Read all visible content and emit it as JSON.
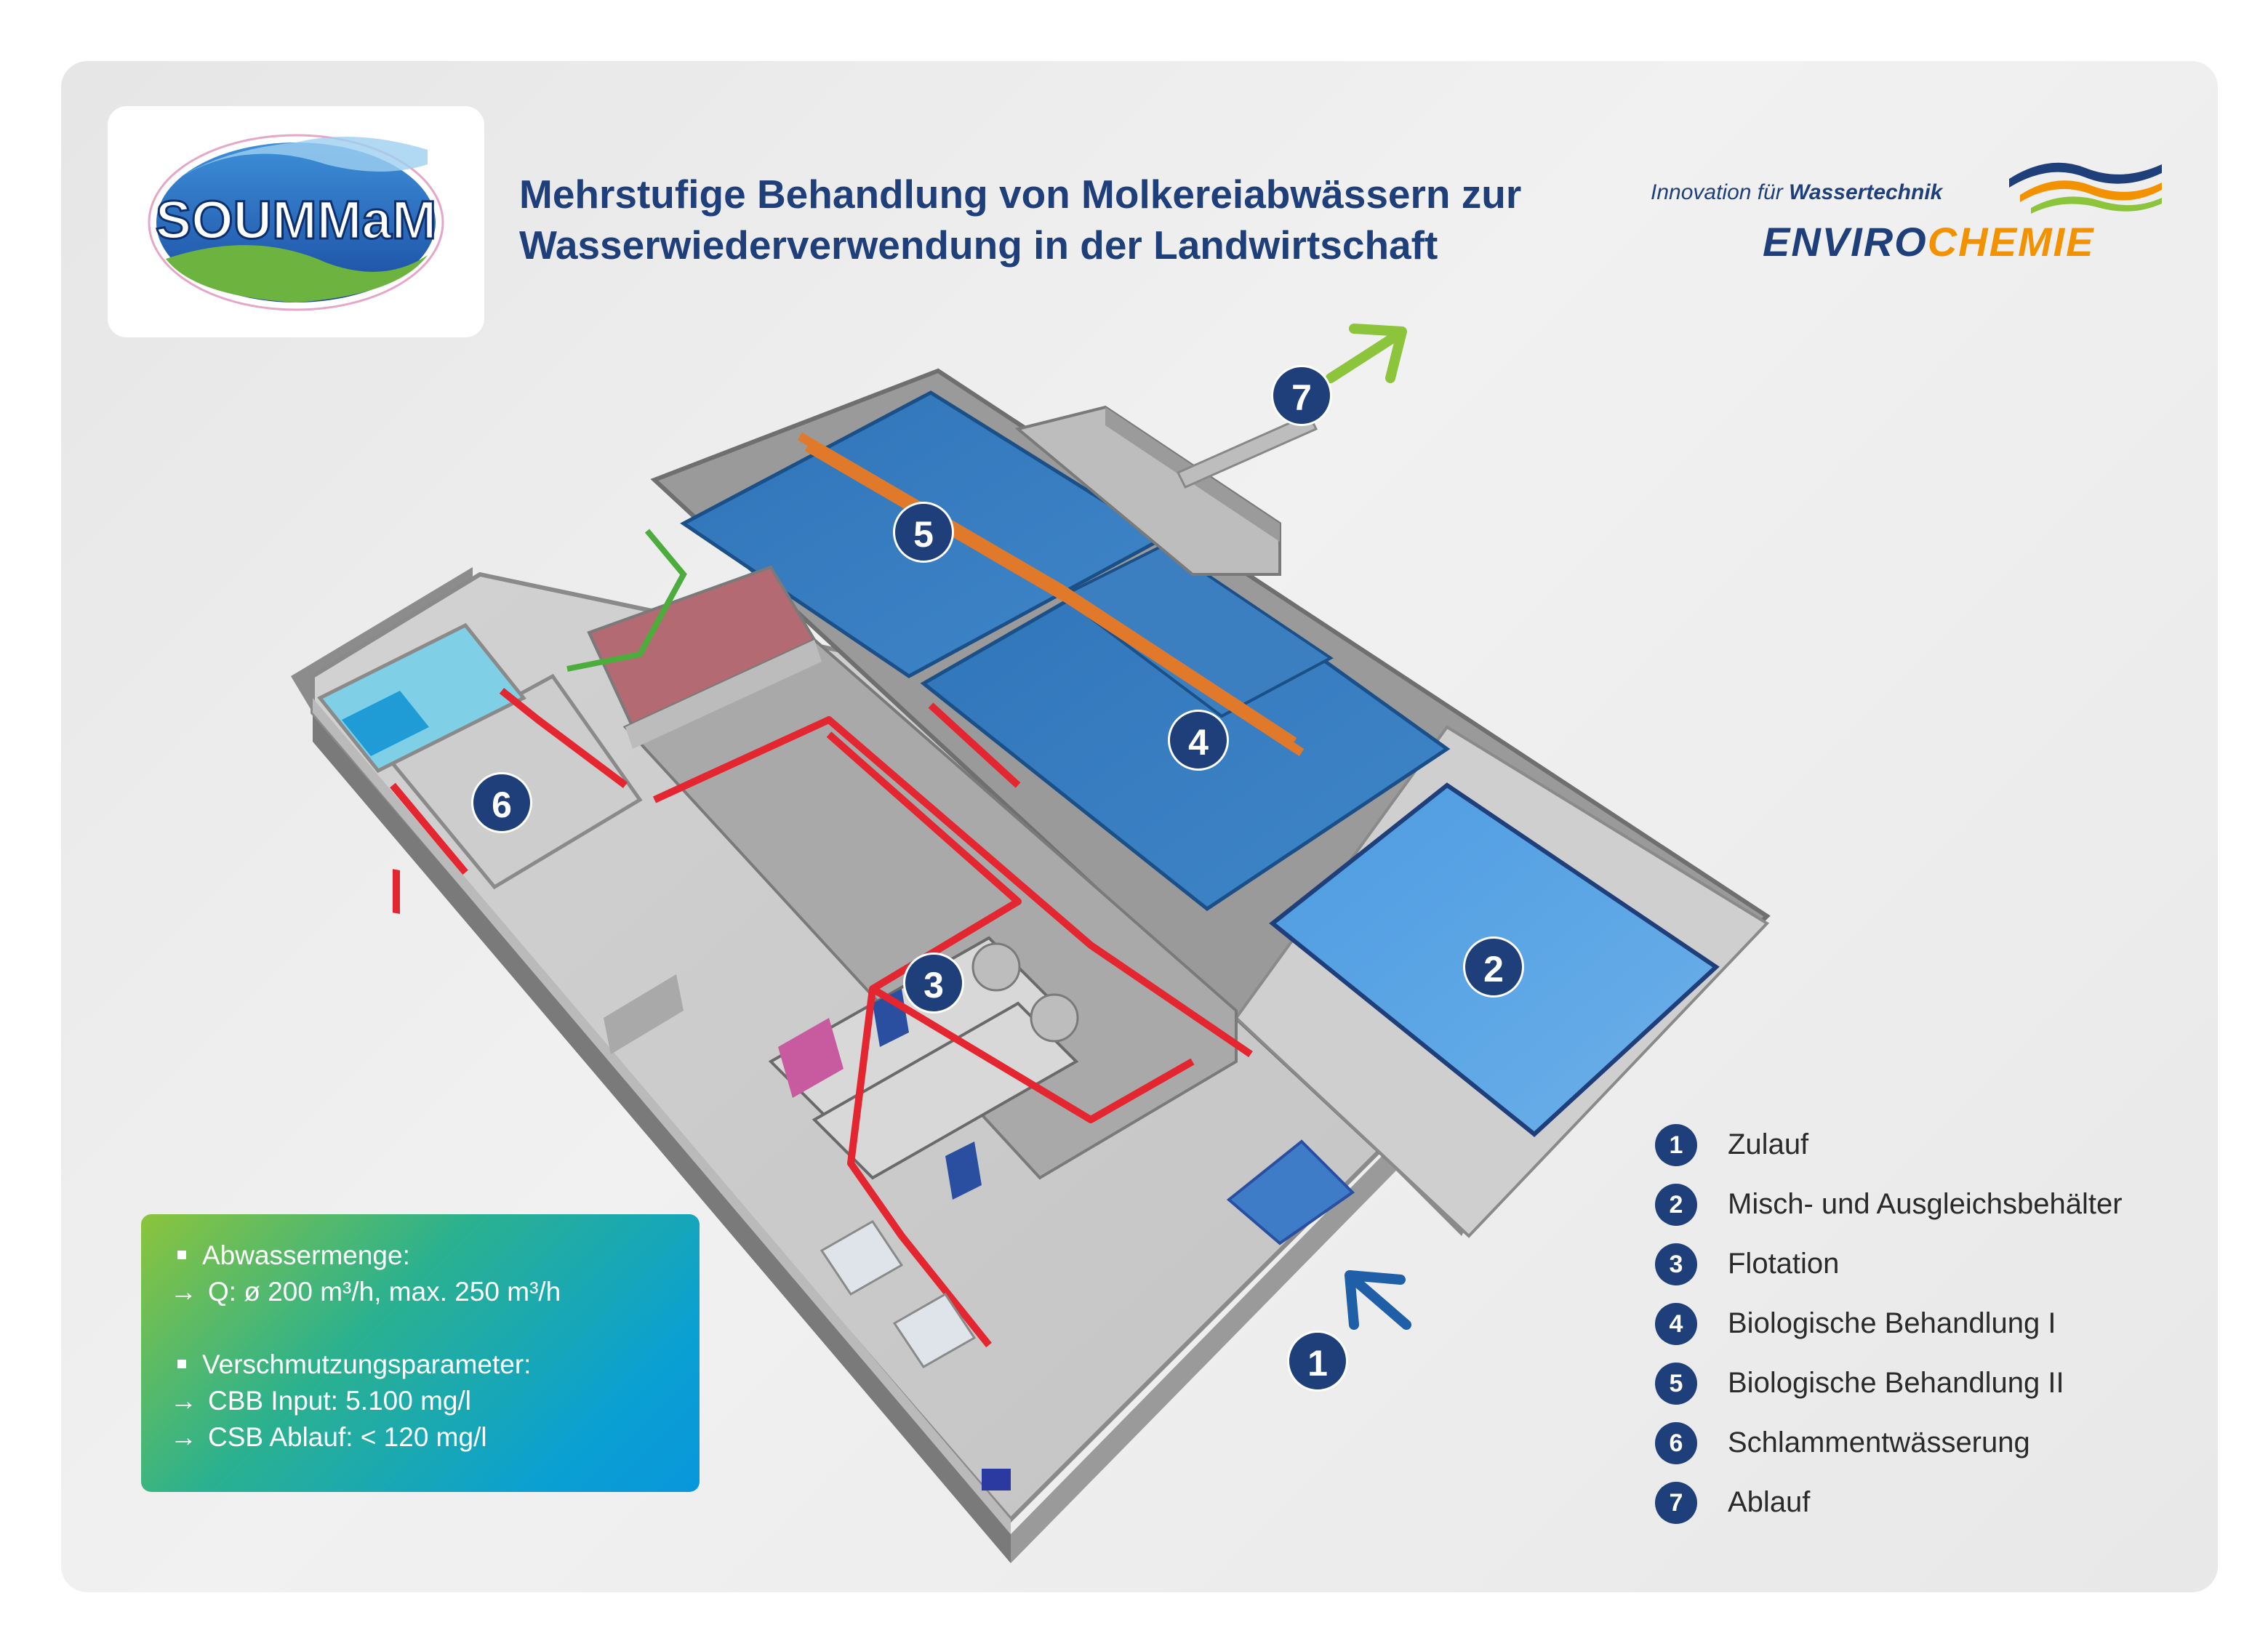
{
  "title": {
    "line1": "Mehrstufige Behandlung von Molkereiabwässern zur",
    "line2": "Wasserwiederverwendung in der Landwirtschaft"
  },
  "logo_left": {
    "text": "SOUMMaM"
  },
  "logo_right": {
    "tagline_prefix": "Innovation für",
    "tagline_bold": "Wassertechnik",
    "brand_part1": "ENVIRO",
    "brand_part2": "CHEMIE"
  },
  "colors": {
    "navy": "#1f3f7a",
    "orange": "#f39200",
    "pool_blue": "#4d8fcc",
    "pipe_red": "#e3262f",
    "outflow_green": "#8cc43c"
  },
  "markers": [
    "1",
    "2",
    "3",
    "4",
    "5",
    "6",
    "7"
  ],
  "info_box": {
    "heading1": "Abwassermenge:",
    "value1": "Q: ø 200 m³/h, max. 250 m³/h",
    "heading2": "Verschmutzungsparameter:",
    "value2": "CBB Input: 5.100 mg/l",
    "value3": "CSB Ablauf: < 120 mg/l",
    "arrow": "→"
  },
  "legend": [
    {
      "num": "1",
      "label": "Zulauf"
    },
    {
      "num": "2",
      "label": "Misch- und Ausgleichsbehälter"
    },
    {
      "num": "3",
      "label": "Flotation"
    },
    {
      "num": "4",
      "label": "Biologische Behandlung I"
    },
    {
      "num": "5",
      "label": "Biologische Behandlung II"
    },
    {
      "num": "6",
      "label": "Schlammentwässerung"
    },
    {
      "num": "7",
      "label": "Ablauf"
    }
  ]
}
